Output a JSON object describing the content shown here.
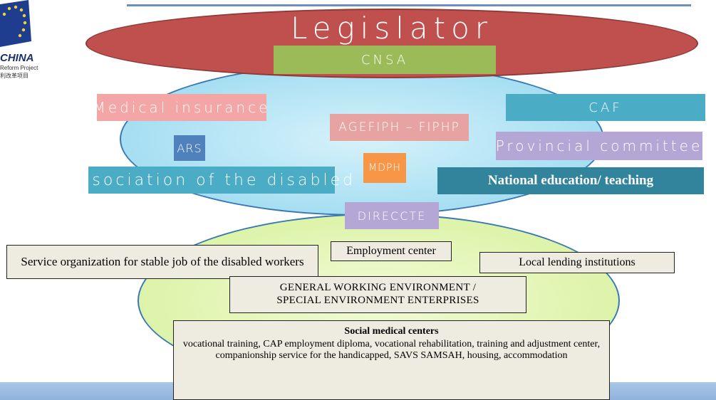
{
  "title": "Legislator",
  "logo": {
    "name": "CHINA",
    "line1": "Reform Project",
    "line2": "利改革项目"
  },
  "top_layer": {
    "cnsa": "CNSA"
  },
  "middle_layer": {
    "medical_insurance": "Medical insurance",
    "caf": "CAF",
    "ars": "ARS",
    "agefiph": "AGEFIPH – FIPHP",
    "provincial_committee": "Provincial committee",
    "mdph": "MDPH",
    "association_disabled": "Association of the disabled",
    "national_education": "National education/ teaching",
    "direccte": "DIRECCTE"
  },
  "bottom_layer": {
    "service_org": "Service organization for stable job of the disabled workers",
    "employment_center": "Employment center",
    "local_lending": "Local lending institutions",
    "general_env_line1": "GENERAL WORKING ENVIRONMENT /",
    "general_env_line2": "SPECIAL ENVIRONMENT ENTERPRISES",
    "social_title": "Social medical centers",
    "social_desc": "vocational training, CAP employment diploma, vocational rehabilitation, training and adjustment center, companionship service for the handicapped,  SAVS SAMSAH, housing, accommodation"
  },
  "colors": {
    "legislator_ellipse": "#c0504d",
    "middle_ellipse": "#a6def2",
    "bottom_ellipse": "#dbf3a6",
    "cnsa": "#9bbb59",
    "caf": "#4bacc6",
    "national_education": "#31849b"
  }
}
